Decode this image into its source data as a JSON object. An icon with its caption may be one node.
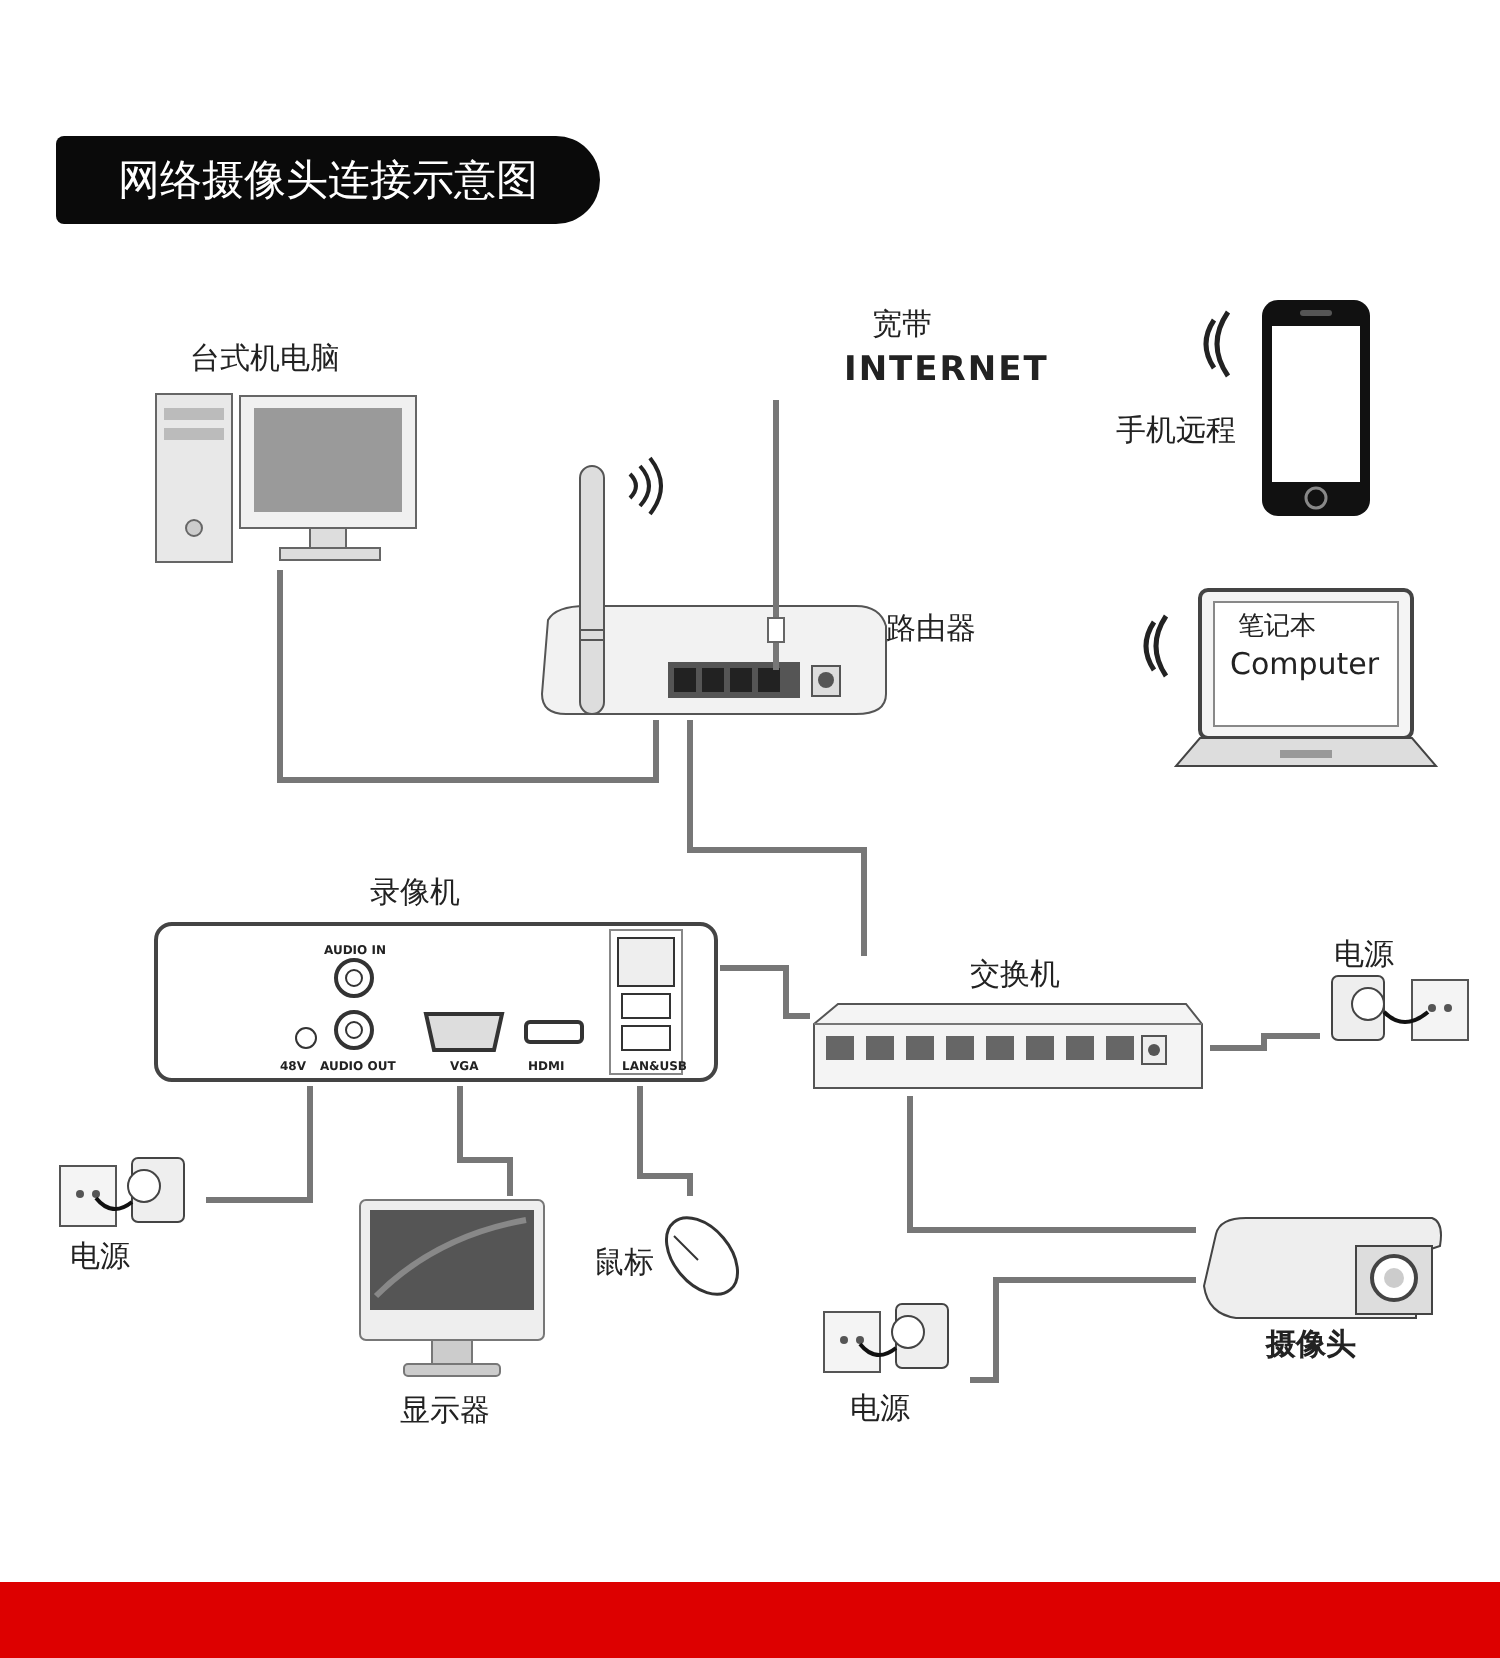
{
  "diagram": {
    "title": "网络摄像头连接示意图",
    "nodes": [
      {
        "text": [
          "宽带",
          "INTERNET"
        ]
      },
      {
        "text": [
          "台式机电脑"
        ]
      },
      {
        "text": [
          "手机远程"
        ]
      },
      {
        "text": [
          "路由器"
        ]
      },
      {
        "text": [
          "笔记本",
          "Computer"
        ]
      },
      {
        "text": [
          "录像机"
        ]
      },
      {
        "text": [
          "交换机"
        ]
      },
      {
        "text": [
          "电源"
        ]
      },
      {
        "text": [
          "电源"
        ]
      },
      {
        "text": [
          "显示器"
        ]
      },
      {
        "text": [
          "鼠标"
        ]
      },
      {
        "text": [
          "摄像头"
        ]
      },
      {
        "text": [
          "电源"
        ]
      },
      {
        "text": [],
        "shape": "bar"
      }
    ],
    "edges": [
      {
        "from": 0,
        "to": 3,
        "arrow": "none"
      },
      {
        "from": 1,
        "to": 3,
        "arrow": "none"
      },
      {
        "from": 3,
        "to": 6,
        "arrow": "none"
      },
      {
        "from": 5,
        "to": 6,
        "arrow": "none"
      },
      {
        "from": 7,
        "to": 6,
        "arrow": "none"
      },
      {
        "from": 8,
        "to": 5,
        "arrow": "none"
      },
      {
        "from": 9,
        "to": 5,
        "arrow": "none"
      },
      {
        "from": 10,
        "to": 5,
        "arrow": "none"
      },
      {
        "from": 6,
        "to": 11,
        "arrow": "none"
      },
      {
        "from": 12,
        "to": 11,
        "arrow": "none"
      }
    ],
    "labels": [
      "AUDIO IN",
      "48V",
      "AUDIO OUT",
      "VGA",
      "HDMI",
      "LAN&USB"
    ]
  }
}
